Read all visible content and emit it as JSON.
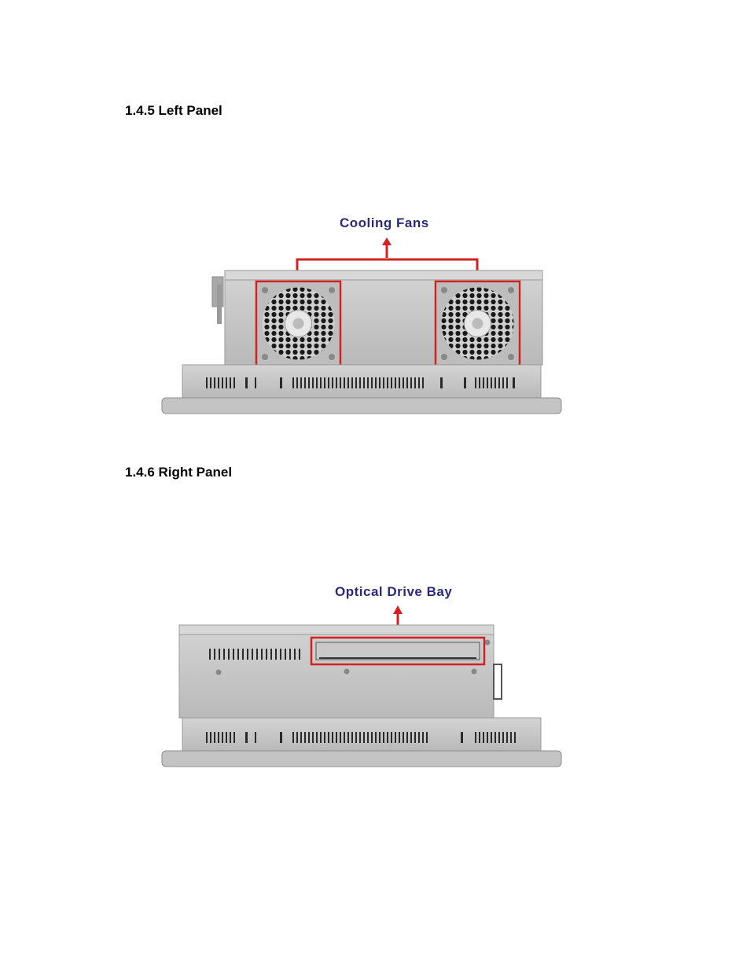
{
  "sections": [
    {
      "heading": "1.4.5 Left Panel",
      "figure": {
        "callout": "Cooling Fans"
      }
    },
    {
      "heading": "1.4.6 Right Panel",
      "figure": {
        "callout": "Optical Drive Bay"
      }
    }
  ],
  "colors": {
    "callout_text": "#2b2a7a",
    "highlight": "#d42020",
    "chassis": "#c8c8c8"
  }
}
